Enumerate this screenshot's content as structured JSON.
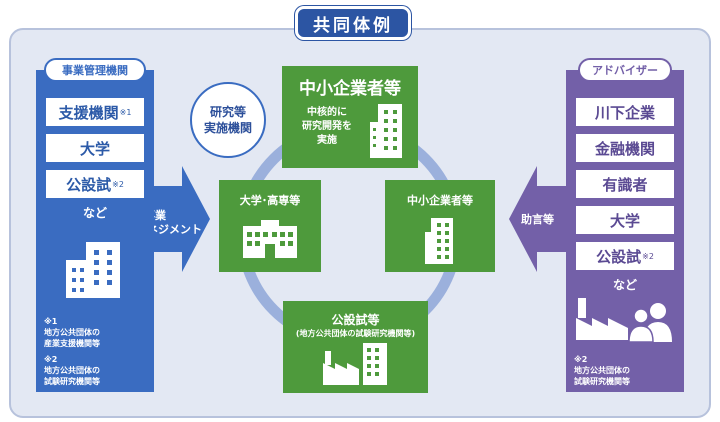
{
  "title": "共同体例",
  "left_panel": {
    "header": "事業管理機関",
    "items": [
      {
        "label": "支援機関",
        "sup": "※1"
      },
      {
        "label": "大学",
        "sup": ""
      },
      {
        "label": "公設試",
        "sup": "※2"
      }
    ],
    "etc": "など",
    "notes": [
      {
        "mark": "※1",
        "line1": "地方公共団体の",
        "line2": "産業支援機関等"
      },
      {
        "mark": "※2",
        "line1": "地方公共団体の",
        "line2": "試験研究機関等"
      }
    ]
  },
  "left_arrow": {
    "line1": "事業",
    "line2": "マネジメント"
  },
  "right_panel": {
    "header": "アドバイザー",
    "items": [
      {
        "label": "川下企業",
        "sup": ""
      },
      {
        "label": "金融機関",
        "sup": ""
      },
      {
        "label": "有識者",
        "sup": ""
      },
      {
        "label": "大学",
        "sup": ""
      },
      {
        "label": "公設試",
        "sup": "※2"
      }
    ],
    "etc": "など",
    "notes": [
      {
        "mark": "※2",
        "line1": "地方公共団体の",
        "line2": "試験研究機関等"
      }
    ]
  },
  "right_arrow": {
    "label": "助言等"
  },
  "research_circle": {
    "line1": "研究等",
    "line2": "実施機関"
  },
  "top_box": {
    "title": "中小企業者等",
    "line1": "中核的に",
    "line2": "研究開発を",
    "line3": "実施"
  },
  "left_box": {
    "title": "大学･高専等"
  },
  "right_box": {
    "title": "中小企業者等"
  },
  "bottom_box": {
    "title": "公設試等",
    "subtitle": "(地方公共団体の試験研究機関等)"
  },
  "colors": {
    "blue": "#3a6cc1",
    "purple": "#7360a8",
    "green": "#4e9a3c",
    "ring": "#9bb0dc",
    "frame": "#e3e8f3"
  }
}
